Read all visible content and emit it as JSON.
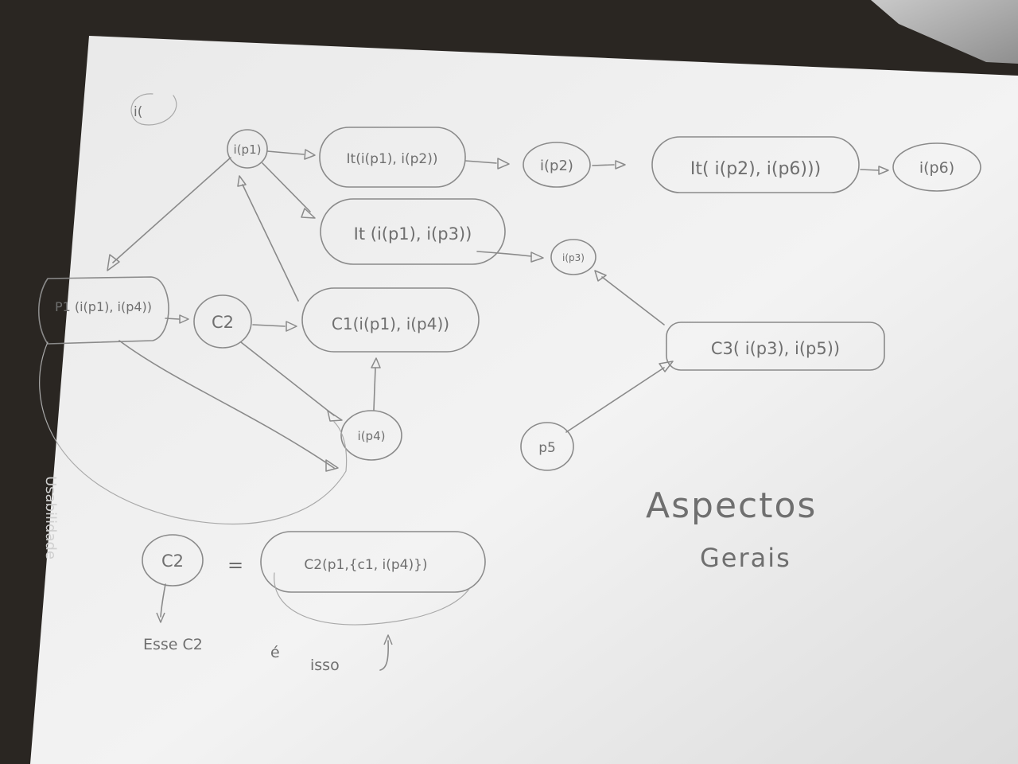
{
  "nodes": {
    "i_p1": "i(p1)",
    "it_p1_p2": "It(i(p1), i(p2))",
    "i_p2": "i(p2)",
    "it_p2_p6": "It( i(p2), i(p6)))",
    "i_p6": "i(p6)",
    "it_p1_p3": "It (i(p1), i(p3))",
    "i_p3": "i(p3)",
    "p1_pair": "P1 (i(p1), i(p4))",
    "c2": "C2",
    "c1_pair": "C1(i(p1), i(p4))",
    "c3_pair": "C3( i(p3), i(p5))",
    "i_p4": "i(p4)",
    "p5": "p5",
    "top_left_mark": "i(",
    "c2_lower": "C2",
    "c2_expanded": "C2(p1,{c1, i(p4)})"
  },
  "symbols": {
    "equals": "="
  },
  "annotations": {
    "title_line1": "Aspectos",
    "title_line2": "Gerais",
    "note_left": "Esse C2",
    "note_mid": "é",
    "note_right": "isso",
    "margin_faint": "Usabilidade"
  },
  "colors": {
    "paper": "#f1f1f1",
    "pencil": "#8a8a8a",
    "ink": "#6f6f6f",
    "background": "#2a2622"
  }
}
